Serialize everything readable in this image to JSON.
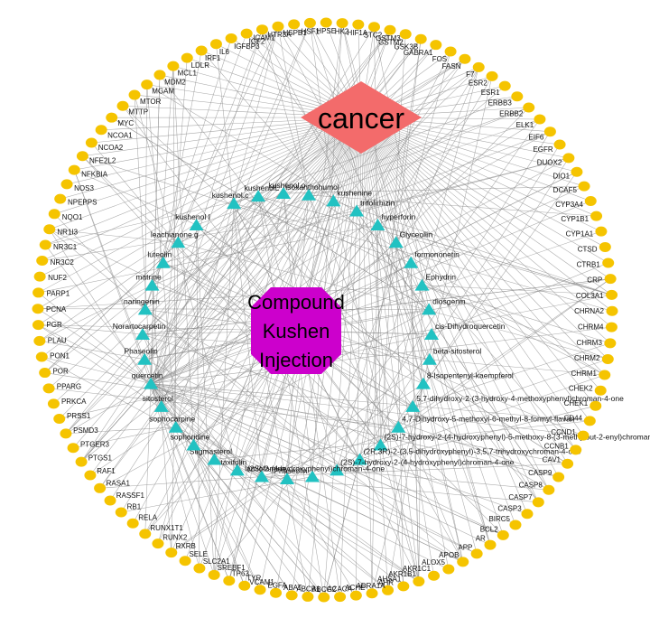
{
  "diagram": {
    "hub_cancer": {
      "label": "cancer",
      "color": "#f36b6b"
    },
    "hub_drug": {
      "lines": [
        "Compound",
        "Kushen",
        "Injection"
      ],
      "color": "#cc00cc"
    },
    "target_color": "#f5c400",
    "compound_color": "#22c2c2",
    "edge_color": "#8c8c8c",
    "targets": [
      "HK2",
      "HIF1A",
      "STC2",
      "GSTM3",
      "GSTM2",
      "GSK3B",
      "GABRA1",
      "FOS",
      "FASN",
      "F7",
      "ESR2",
      "ESR1",
      "ERBB3",
      "ERBB2",
      "ELK1",
      "EIF6",
      "EGFR",
      "DUOX2",
      "DIO1",
      "DCAF5",
      "CYP3A4",
      "CYP1B1",
      "CYP1A1",
      "CTSD",
      "CTRB1",
      "CRP",
      "COL3A1",
      "CHRNA2",
      "CHRM4",
      "CHRM3",
      "CHRM2",
      "CHRM1",
      "CHEK2",
      "CHEK1",
      "CD44",
      "CCND1",
      "CCNB1",
      "CAV1",
      "CASP9",
      "CASP8",
      "CASP7",
      "CASP3",
      "BIRC5",
      "BCL2",
      "AR",
      "APP",
      "APOB",
      "ALOX5",
      "AKR1C1",
      "AKR1B1",
      "AHSA1",
      "AHR",
      "ADRA1A",
      "ACHE",
      "ACACA",
      "ABCG2",
      "ABCB1",
      "ABAT",
      "EGFA",
      "VCAM1",
      "TYR",
      "TP63",
      "SREBF1",
      "SLC2A1",
      "SELE",
      "RXRB",
      "RUNX2",
      "RUNX1T1",
      "RELA",
      "RB1",
      "RASSF1",
      "RASA1",
      "RAF1",
      "PTGS1",
      "PTGER3",
      "PSMD3",
      "PRSS1",
      "PRKCA",
      "PPARG",
      "POR",
      "PON1",
      "PLAU",
      "PGR",
      "PCNA",
      "PARP1",
      "NUF2",
      "NR3C2",
      "NR3C1",
      "NR1I3",
      "NQO1",
      "NPEPPS",
      "NOS3",
      "NFKBIA",
      "NFE2L2",
      "NCOA2",
      "NCOA1",
      "MYC",
      "MTTP",
      "MTOR",
      "MGAM",
      "MDM2",
      "MCL1",
      "LDLR",
      "IRF1",
      "IL6",
      "IGFBP3",
      "IGF2",
      "ICAM1",
      "HTR3A",
      "HSPB1",
      "HSF1",
      "HPSE"
    ],
    "compounds_ring": [
      "kushenol.c",
      "kushenolL",
      "kushenol.o",
      "isoxanthohumol",
      "kushenine",
      "trifolirhizin",
      "hyperforin",
      "Glyceollin",
      "formononetin",
      "Ephydrin",
      "diosgenin",
      "cis-Dihydroquercetin",
      "beta-sitosterol",
      "8-Isopentenyl-kaempferol",
      "5,7-dihydroxy-2-(3-hydroxy-4-methoxyphenyl)chroman-4-one",
      "4,7-Dihydroxy-5-methoxyl-6-methyl-8-formyl-flavan",
      "(2S)-7-hydroxy-2-(4-hydroxyphenyl)-5-methoxy-8-(3-methylbut-2-enyl)chroman-4-one",
      "(2R,3R)-2-(3,5-dihydroxyphenyl)-3,5,7-trihydroxychroman-4-one",
      "(2S)-7-hydroxy-2-(4-hydroxyphenyl)chroman-4-one",
      "(2S)-2-(4-hydroxyphenyl)chroman-4-one",
      "Phaseolin",
      "lamiofamine",
      "taxifolin",
      "Stigmasterol",
      "sophoridine",
      "sophocarpine",
      "sitosterol",
      "quercetin",
      "Phaseolin",
      "Norartocarpetin",
      "naringenin",
      "matrine",
      "luteolin",
      "leachianone g",
      "kushenol I"
    ]
  }
}
